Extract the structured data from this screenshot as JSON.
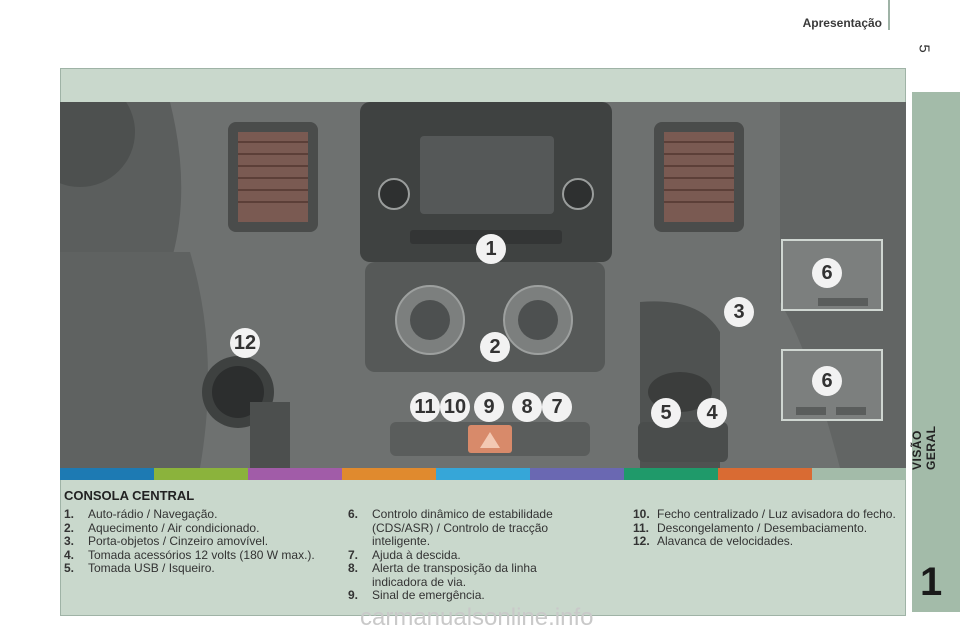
{
  "header": {
    "section": "Apresentação",
    "page_number": "5"
  },
  "sidebar": {
    "label": "VISÃO GERAL",
    "chapter": "1"
  },
  "figure": {
    "numbers": [
      "1",
      "2",
      "3",
      "4",
      "5",
      "6",
      "6",
      "7",
      "8",
      "9",
      "10",
      "11",
      "12"
    ],
    "colors": [
      "#1d7ab3",
      "#8bb33c",
      "#a15ca8",
      "#e08a2e",
      "#36a6d8",
      "#6a68b2",
      "#1f9a6a",
      "#d96b33",
      "#a3bba9"
    ]
  },
  "content": {
    "title": "CONSOLA CENTRAL",
    "col1": [
      {
        "num": "1.",
        "text": "Auto-rádio / Navegação."
      },
      {
        "num": "2.",
        "text": "Aquecimento / Air condicionado."
      },
      {
        "num": "3.",
        "text": "Porta-objetos / Cinzeiro amovível."
      },
      {
        "num": "4.",
        "text": "Tomada acessórios 12 volts (180 W max.)."
      },
      {
        "num": "5.",
        "text": "Tomada USB / Isqueiro."
      }
    ],
    "col2": [
      {
        "num": "6.",
        "text": "Controlo dinâmico de estabilidade (CDS/ASR) / Controlo de tracção inteligente."
      },
      {
        "num": "7.",
        "text": "Ajuda à descida."
      },
      {
        "num": "8.",
        "text": "Alerta de transposição da linha indicadora de via."
      },
      {
        "num": "9.",
        "text": "Sinal de emergência."
      }
    ],
    "col3": [
      {
        "num": "10.",
        "text": "Fecho centralizado / Luz avisadora do fecho."
      },
      {
        "num": "11.",
        "text": "Descongelamento / Desembaciamento."
      },
      {
        "num": "12.",
        "text": "Alavanca de velocidades."
      }
    ]
  },
  "watermark": "carmanualsonline.info"
}
